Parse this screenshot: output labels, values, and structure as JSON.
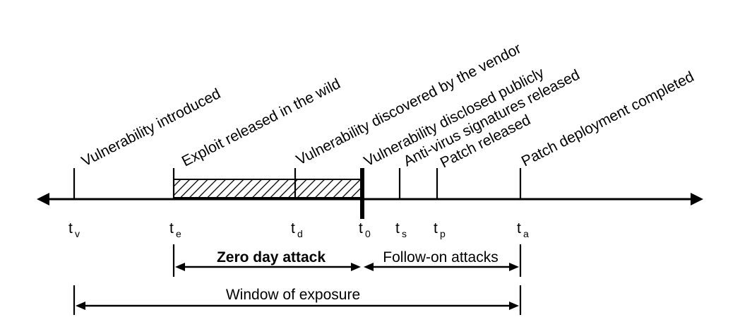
{
  "events": [
    {
      "key": "tv",
      "label": "Vulnerability introduced",
      "t_main": "t",
      "t_sub": "v"
    },
    {
      "key": "te",
      "label": "Exploit released in the wild",
      "t_main": "t",
      "t_sub": "e"
    },
    {
      "key": "td",
      "label": "Vulnerability discovered by the vendor",
      "t_main": "t",
      "t_sub": "d"
    },
    {
      "key": "t0",
      "label": "Vulnerability disclosed publicly",
      "t_main": "t",
      "t_sub": "0"
    },
    {
      "key": "ts",
      "label": "Anti-virus signatures released",
      "t_main": "t",
      "t_sub": "s"
    },
    {
      "key": "tp",
      "label": "Patch released",
      "t_main": "t",
      "t_sub": "p"
    },
    {
      "key": "ta",
      "label": "Patch deployment completed",
      "t_main": "t",
      "t_sub": "a"
    }
  ],
  "spans": {
    "zero_day": "Zero day attack",
    "follow_on": "Follow-on attacks",
    "exposure": "Window of exposure"
  },
  "colors": {
    "ink": "#000000",
    "background": "#ffffff"
  }
}
